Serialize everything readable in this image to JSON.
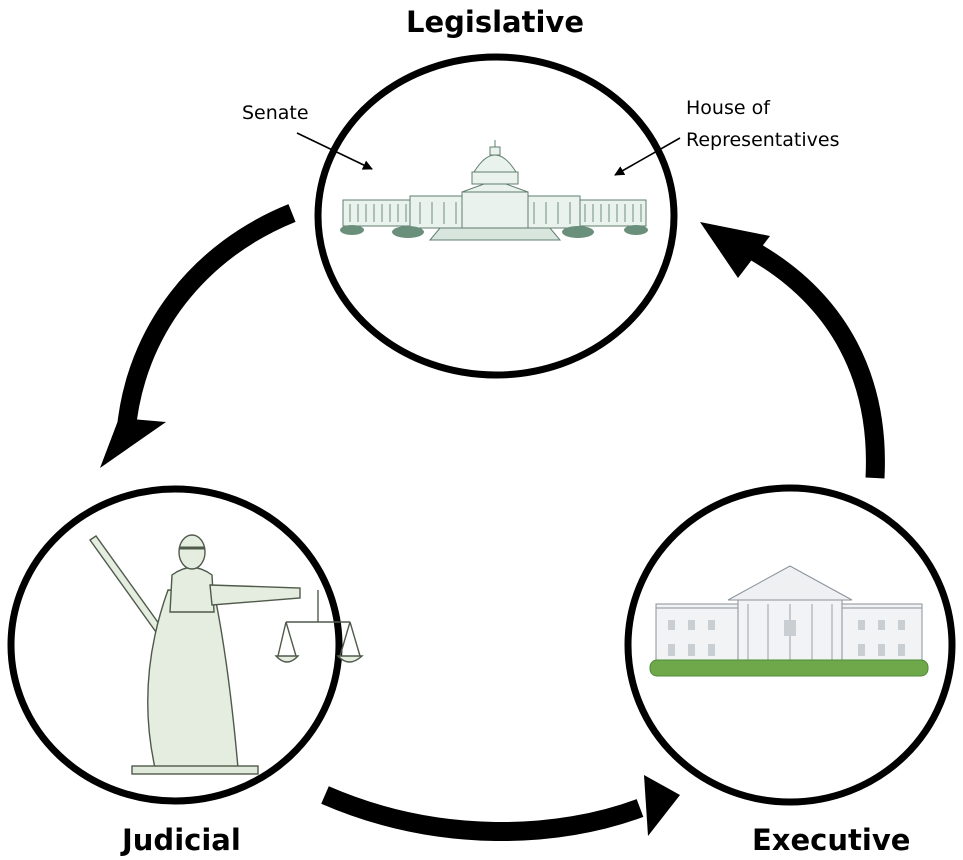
{
  "diagram": {
    "branches": {
      "legislative": {
        "title": "Legislative"
      },
      "judicial": {
        "title": "Judicial"
      },
      "executive": {
        "title": "Executive"
      }
    },
    "callouts": {
      "senate": "Senate",
      "house_line1": "House of",
      "house_line2": "Representatives"
    },
    "cycle_direction": "counterclockwise",
    "colors": {
      "outline": "#000000",
      "building": "#e9f2ec",
      "building_line": "#5f7f70",
      "statue": "#e4ede0",
      "statue_line": "#4f5a4a",
      "hedge": "#6fa84a"
    },
    "icons": [
      "capitol-building-icon",
      "lady-justice-icon",
      "white-house-icon"
    ]
  }
}
